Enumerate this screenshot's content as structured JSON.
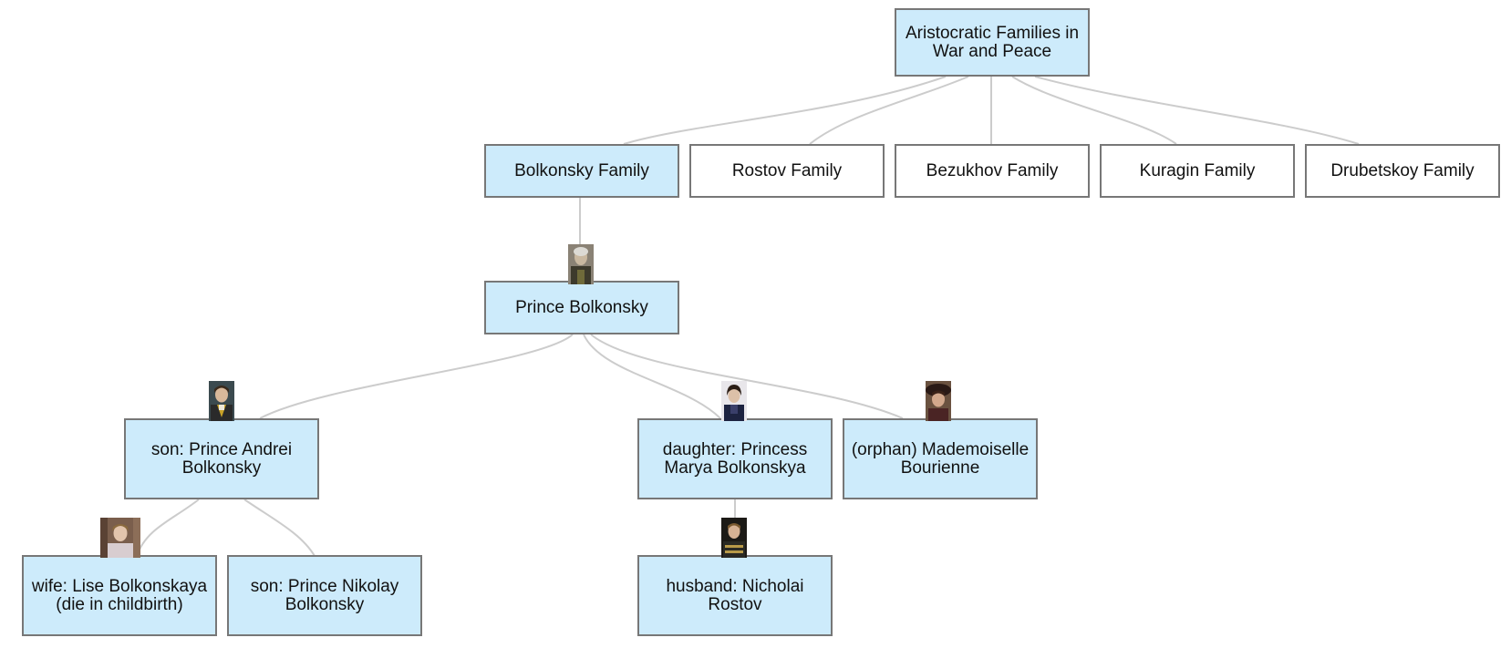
{
  "colors": {
    "highlight": "#cdebfb",
    "plain": "#ffffff",
    "border": "#777777",
    "link": "#cccccc"
  },
  "nodes": {
    "root": "Aristocratic Families in War and Peace",
    "bolkonsky_family": "Bolkonsky Family",
    "rostov_family": "Rostov Family",
    "bezukhov_family": "Bezukhov Family",
    "kuragin_family": "Kuragin Family",
    "drubetskoy_family": "Drubetskoy Family",
    "prince_bolkonsky": "Prince Bolkonsky",
    "andrei": "son: Prince Andrei Bolkonsky",
    "marya": "daughter: Princess Marya Bolkonskya",
    "bourienne": "(orphan) Mademoiselle Bourienne",
    "lise": "wife: Lise Bolkonskaya (die in childbirth)",
    "nikolay": "son: Prince Nikolay Bolkonsky",
    "nicholai": "husband: Nicholai Rostov"
  },
  "portraits": {
    "prince_bolkonsky": "portrait-old-prince",
    "andrei": "portrait-andrei",
    "marya": "portrait-marya",
    "bourienne": "portrait-bourienne",
    "lise": "portrait-lise",
    "nicholai": "portrait-nicholai"
  }
}
